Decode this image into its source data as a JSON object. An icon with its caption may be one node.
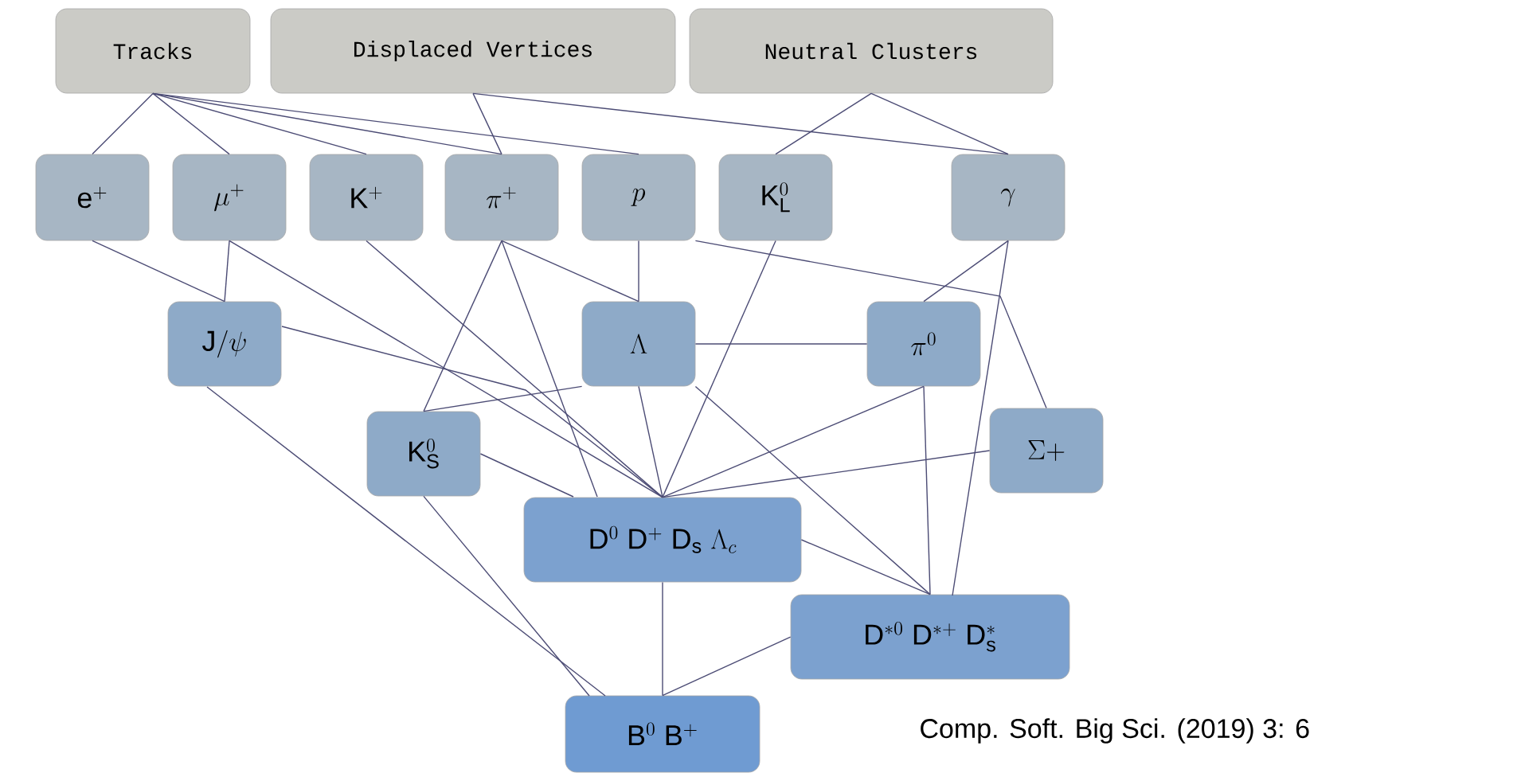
{
  "diagram": {
    "nodes": [
      {
        "text": [
          "Tracks"
        ]
      },
      {
        "text": [
          "Displaced Vertices"
        ]
      },
      {
        "text": [
          "Neutral Clusters"
        ]
      },
      {
        "text": [
          "\\mathrm{e}^{+}"
        ]
      },
      {
        "text": [
          "\\mu^{+}"
        ]
      },
      {
        "text": [
          "\\mathrm{K}^{+}"
        ]
      },
      {
        "text": [
          "\\pi^{+}"
        ]
      },
      {
        "text": [
          "p"
        ]
      },
      {
        "text": [
          "\\mathrm{K}^{0}_{\\mathrm{L}}"
        ]
      },
      {
        "text": [
          "\\gamma"
        ]
      },
      {
        "text": [
          "\\mathrm{J}/\\psi"
        ]
      },
      {
        "text": [
          "\\Lambda"
        ]
      },
      {
        "text": [
          "\\pi^{0}"
        ]
      },
      {
        "text": [
          "\\mathrm{K}^{0}_{\\mathrm{S}}"
        ]
      },
      {
        "text": [
          "\\Sigma+"
        ]
      },
      {
        "text": [
          "\\mathrm{D}^{0}\\ \\mathrm{D}^{+}\\ \\mathrm{D}_{\\mathrm{s}}\\ \\Lambda_{c}"
        ]
      },
      {
        "text": [
          "\\mathrm{D}^{*0}\\ \\mathrm{D}^{*+}\\ \\mathrm{D}^{*}_{\\mathrm{s}}"
        ]
      },
      {
        "text": [
          "\\mathrm{B}^{0}\\ \\mathrm{B}^{+}"
        ]
      }
    ],
    "edges": [
      {
        "from": 0,
        "to": 3,
        "arrow": "none"
      },
      {
        "from": 0,
        "to": 4,
        "arrow": "none"
      },
      {
        "from": 0,
        "to": 5,
        "arrow": "none"
      },
      {
        "from": 0,
        "to": 6,
        "arrow": "none"
      },
      {
        "from": 0,
        "to": 7,
        "arrow": "none"
      },
      {
        "from": 1,
        "to": 6,
        "arrow": "none"
      },
      {
        "from": 1,
        "to": 9,
        "arrow": "none"
      },
      {
        "from": 2,
        "to": 8,
        "arrow": "none"
      },
      {
        "from": 2,
        "to": 9,
        "arrow": "none"
      },
      {
        "from": 3,
        "to": 10,
        "arrow": "none"
      },
      {
        "from": 4,
        "to": 10,
        "arrow": "none"
      },
      {
        "from": 4,
        "to": 15,
        "arrow": "none"
      },
      {
        "from": 5,
        "to": 15,
        "arrow": "none"
      },
      {
        "from": 6,
        "to": 13,
        "arrow": "none"
      },
      {
        "from": 6,
        "to": 11,
        "arrow": "none"
      },
      {
        "from": 6,
        "to": 15,
        "arrow": "none"
      },
      {
        "from": 7,
        "to": 11,
        "arrow": "none"
      },
      {
        "from": 7,
        "to": 14,
        "arrow": "none"
      },
      {
        "from": 8,
        "to": 15,
        "arrow": "none"
      },
      {
        "from": 9,
        "to": 12,
        "arrow": "none"
      },
      {
        "from": 9,
        "to": 16,
        "arrow": "none"
      },
      {
        "from": 10,
        "to": 15,
        "arrow": "none"
      },
      {
        "from": 10,
        "to": 17,
        "arrow": "none"
      },
      {
        "from": 13,
        "to": 11,
        "arrow": "none"
      },
      {
        "from": 11,
        "to": 12,
        "arrow": "none"
      },
      {
        "from": 11,
        "to": 15,
        "arrow": "none"
      },
      {
        "from": 11,
        "to": 16,
        "arrow": "none"
      },
      {
        "from": 12,
        "to": 15,
        "arrow": "none"
      },
      {
        "from": 12,
        "to": 16,
        "arrow": "none"
      },
      {
        "from": 13,
        "to": 15,
        "arrow": "none"
      },
      {
        "from": 13,
        "to": 17,
        "arrow": "none"
      },
      {
        "from": 14,
        "to": 15,
        "arrow": "none"
      },
      {
        "from": 15,
        "to": 16,
        "arrow": "none"
      },
      {
        "from": 15,
        "to": 17,
        "arrow": "none"
      },
      {
        "from": 16,
        "to": 17,
        "arrow": "none"
      }
    ],
    "labels": [
      "Comp. Soft. Big Sci. (2019)  3: 6"
    ]
  }
}
